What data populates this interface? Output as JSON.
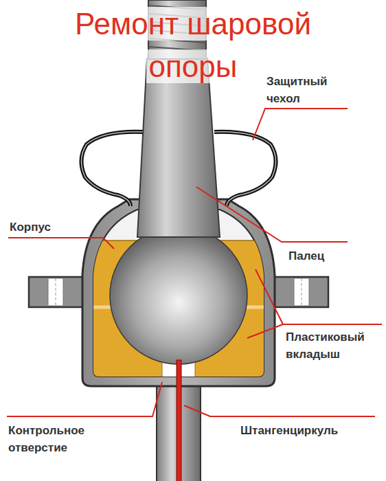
{
  "diagram": {
    "title": "Ремонт шаровой опоры",
    "labels": [
      "Защитный чехол",
      "Корпус",
      "Палец",
      "Пластиковый вкладыш",
      "Контрольное отверстие",
      "Штангенциркуль"
    ]
  }
}
